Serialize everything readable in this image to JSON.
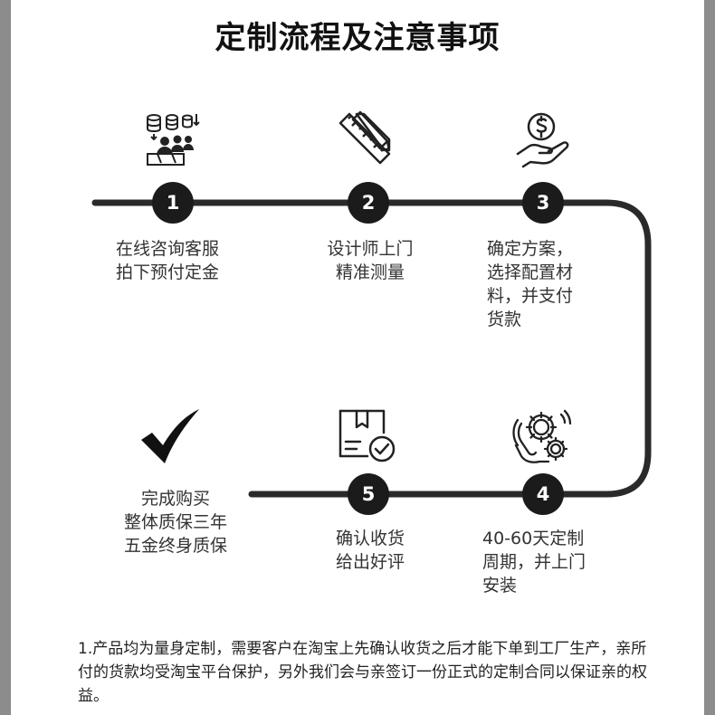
{
  "title": "定制流程及注意事项",
  "steps": [
    {
      "number": "1",
      "text": "在线咨询客服\n拍下预付定金",
      "icon": "consult-people-icon"
    },
    {
      "number": "2",
      "text": "设计师上门\n精准测量",
      "icon": "pencil-ruler-icon"
    },
    {
      "number": "3",
      "text": "确定方案，\n选择配置材\n料，并支付\n货款",
      "icon": "hand-dollar-icon"
    },
    {
      "number": "4",
      "text": "40-60天定制\n周期，并上门\n安装",
      "icon": "gears-hand-icon"
    },
    {
      "number": "5",
      "text": "确认收货\n给出好评",
      "icon": "box-check-icon"
    }
  ],
  "final": {
    "text": "完成购买\n整体质保三年\n五金终身质保",
    "icon": "checkmark-icon"
  },
  "note": "1.产品均为量身定制，需要客户在淘宝上先确认收货之后才能下单到工厂生产，亲所付的货款均受淘宝平台保护，另外我们会与亲签订一份正式的定制合同以保证亲的权益。"
}
